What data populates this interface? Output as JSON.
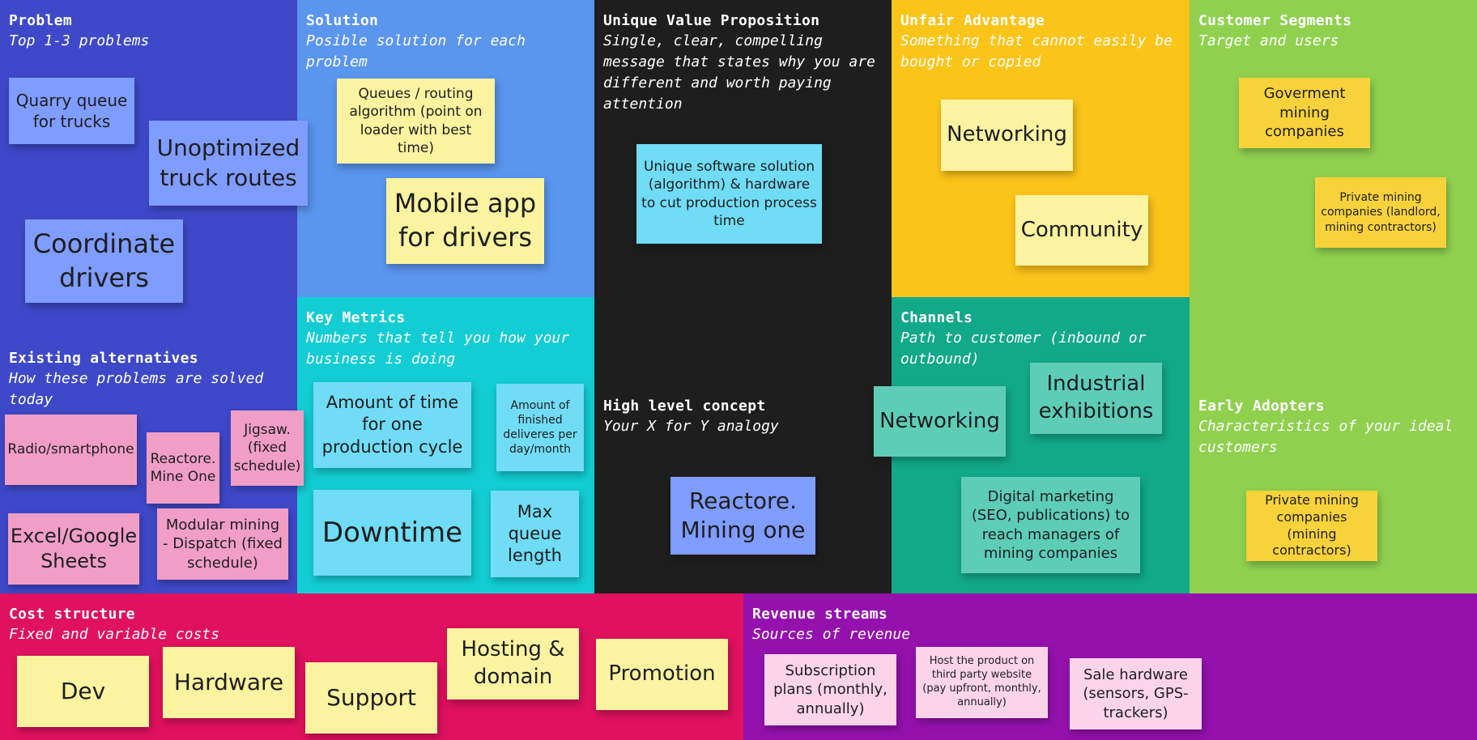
{
  "colors": {
    "problem": "#3f48c9",
    "solution": "#5a95ee",
    "uvp": "#1e1e1e",
    "unfair_advantage": "#fbc419",
    "customer_segments": "#8fd14f",
    "key_metrics": "#13cdd4",
    "channels": "#12a88a",
    "cost_structure": "#e0115f",
    "revenue_streams": "#9411ad"
  },
  "problem": {
    "title": "Problem",
    "subtitle": "Top 1-3 problems",
    "notes": [
      "Quarry queue for trucks",
      "Unoptimized truck routes",
      "Coordinate drivers"
    ]
  },
  "existing_alternatives": {
    "title": "Existing alternatives",
    "subtitle": "How these problems are solved today",
    "notes": [
      "Radio/smartphone",
      "Reactore. Mine One",
      "Jigsaw. (fixed schedule)",
      "Excel/Google Sheets",
      "Modular mining - Dispatch (fixed schedule)"
    ]
  },
  "solution": {
    "title": "Solution",
    "subtitle": "Posible solution for each problem",
    "notes": [
      "Queues / routing algorithm (point on loader with best time)",
      "Mobile app for drivers"
    ]
  },
  "key_metrics": {
    "title": "Key Metrics",
    "subtitle": "Numbers that tell you how your business is doing",
    "notes": [
      "Amount of time for one production cycle",
      "Amount of finished deliveres per day/month",
      "Downtime",
      "Max queue length"
    ]
  },
  "uvp": {
    "title": "Unique Value Proposition",
    "subtitle": "Single, clear, compelling message that states why you are different and worth paying attention",
    "notes": [
      "Unique software solution (algorithm) & hardware to cut production process time"
    ]
  },
  "high_level_concept": {
    "title": "High level concept",
    "subtitle": "Your X for Y analogy",
    "notes": [
      "Reactore. Mining one"
    ]
  },
  "unfair_advantage": {
    "title": "Unfair Advantage",
    "subtitle": "Something that cannot easily be bought or copied",
    "notes": [
      "Networking",
      "Community"
    ]
  },
  "channels": {
    "title": "Channels",
    "subtitle": "Path to customer (inbound or outbound)",
    "notes": [
      "Networking",
      "Industrial exhibitions",
      "Digital marketing (SEO, publications) to reach managers of mining companies"
    ]
  },
  "customer_segments": {
    "title": "Customer Segments",
    "subtitle": "Target and users",
    "notes": [
      "Goverment mining companies",
      "Private mining companies (landlord, mining contractors)"
    ]
  },
  "early_adopters": {
    "title": "Early Adopters",
    "subtitle": "Characteristics of your ideal customers",
    "notes": [
      "Private mining companies (mining contractors)"
    ]
  },
  "cost_structure": {
    "title": "Cost structure",
    "subtitle": "Fixed and variable costs",
    "notes": [
      "Dev",
      "Hardware",
      "Support",
      "Hosting & domain",
      "Promotion"
    ]
  },
  "revenue_streams": {
    "title": "Revenue streams",
    "subtitle": "Sources of revenue",
    "notes": [
      "Subscription plans (monthly, annually)",
      "Host the product on third party website (pay upfront, monthly, annually)",
      "Sale hardware (sensors, GPS-trackers)"
    ]
  }
}
